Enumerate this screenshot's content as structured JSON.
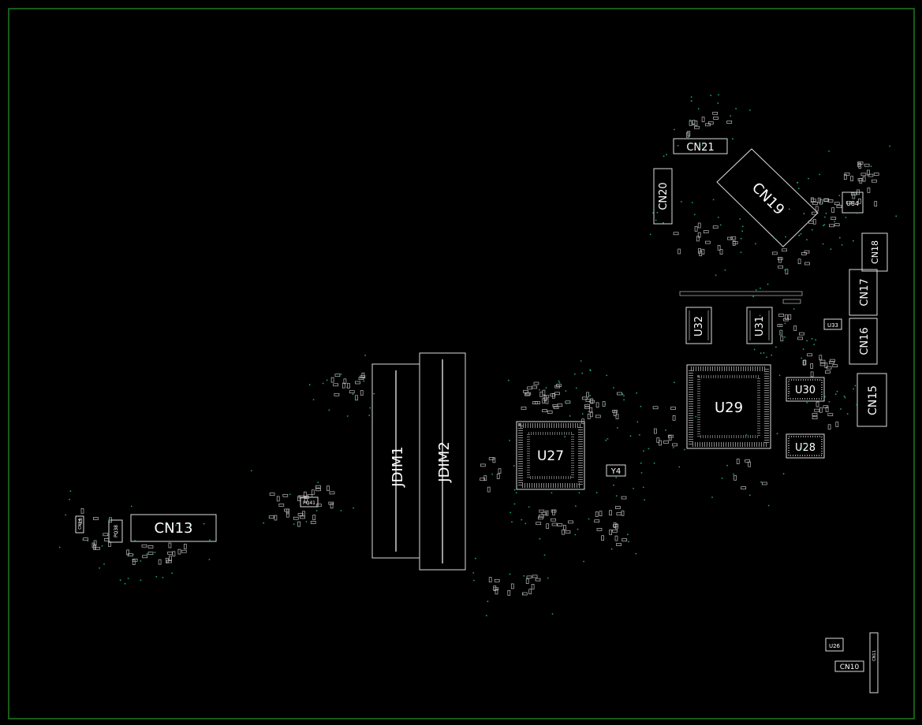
{
  "colors": {
    "background": "#000000",
    "board_edge": "#1f7a1f",
    "outline": "#dcdcdc",
    "via": "#1aa58a",
    "label": "#ffffff"
  },
  "components": {
    "cn21": "CN21",
    "cn20": "CN20",
    "cn19": "CN19",
    "u84": "U84",
    "cn18": "CN18",
    "cn17": "CN17",
    "u32": "U32",
    "u31": "U31",
    "u33": "U33",
    "cn16": "CN16",
    "u30": "U30",
    "u29": "U29",
    "cn15": "CN15",
    "u28": "U28",
    "u27": "U27",
    "y4": "Y4",
    "jdim1": "JDIM1",
    "jdim2": "JDIM2",
    "cn13": "CN13",
    "pq38": "PQ38",
    "cn14": "CN14",
    "pq41": "PQ41",
    "u26": "U26",
    "cn10": "CN10",
    "cn11": "CN11"
  }
}
